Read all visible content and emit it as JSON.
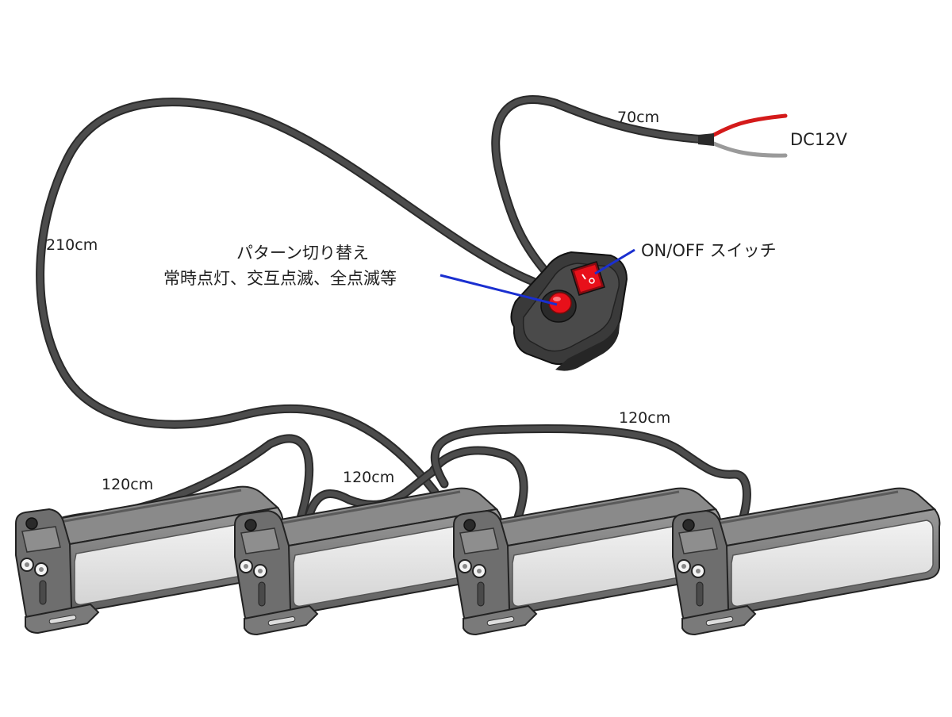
{
  "labels": {
    "cable_switch_to_bars": "210cm",
    "cable_power": "70cm",
    "power_spec": "DC12V",
    "onoff_switch": "ON/OFF スイッチ",
    "pattern_switch_line1": "パターン切り替え",
    "pattern_switch_line2": "常時点灯、交互点滅、全点滅等",
    "link_cable_1": "120cm",
    "link_cable_2": "120cm",
    "link_cable_3": "120cm"
  },
  "colors": {
    "cable": "#2a2a2a",
    "wire_positive": "#d41a1a",
    "wire_negative": "#9a9a9a",
    "pointer": "#1a2fd0",
    "button_red": "#e8101a",
    "controller_body": "#3a3a3a",
    "bar_housing": "#7d7d7d",
    "bar_lens": "#e4e4e4"
  },
  "light_bars": [
    {
      "id": "bar-1"
    },
    {
      "id": "bar-2"
    },
    {
      "id": "bar-3"
    },
    {
      "id": "bar-4"
    }
  ]
}
